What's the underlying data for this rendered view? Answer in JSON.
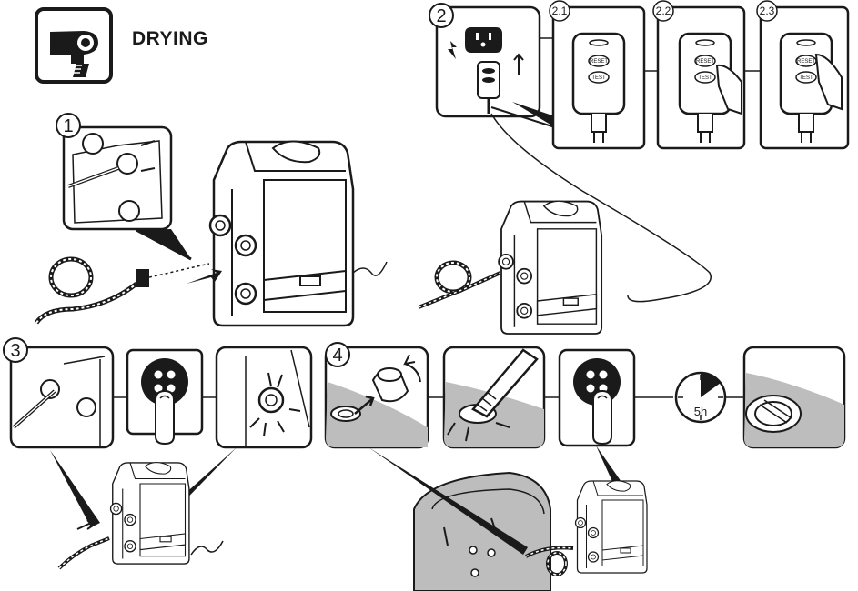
{
  "header": {
    "title": "DRYING",
    "icon": "hair-dryer-icon"
  },
  "steps": {
    "step1": "1",
    "step2": "2",
    "step3": "3",
    "step4": "4",
    "sub1": "2.1",
    "sub2": "2.2",
    "sub3": "2.3"
  },
  "gfci": {
    "reset": "RESET",
    "test": "TEST"
  },
  "timer": {
    "duration": "5h"
  },
  "colors": {
    "ink": "#1a1a1a",
    "tub_fill": "#bdbdbd",
    "panel_fill": "#ffffff",
    "shade": "#9e9e9e"
  }
}
